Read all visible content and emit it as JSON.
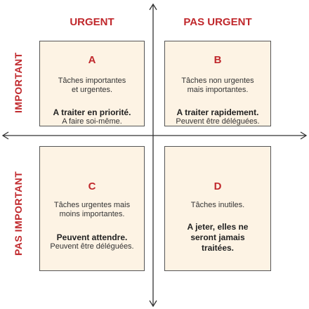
{
  "columns": {
    "left": "URGENT",
    "right": "PAS URGENT"
  },
  "rows": {
    "top": "IMPORTANT",
    "bottom": "PAS IMPORTANT"
  },
  "quadrants": {
    "a": {
      "letter": "A",
      "desc1": "Tâches importantes",
      "desc2": "et urgentes.",
      "action": "A traiter en priorité.",
      "note": "A faire soi-même."
    },
    "b": {
      "letter": "B",
      "desc1": "Tâches non urgentes",
      "desc2": "mais importantes.",
      "action": "A traiter rapidement.",
      "note": "Peuvent être déléguées."
    },
    "c": {
      "letter": "C",
      "desc1": "Tâches urgentes mais",
      "desc2": "moins importantes.",
      "action": "Peuvent attendre.",
      "note": "Peuvent être déléguées."
    },
    "d": {
      "letter": "D",
      "desc1": "Tâches inutiles.",
      "action1": "A jeter, elles ne",
      "action2": "seront jamais",
      "action3": "traitées."
    }
  },
  "colors": {
    "accent": "#c0282c",
    "box_fill": "#fdf3e4",
    "border": "#555555"
  }
}
